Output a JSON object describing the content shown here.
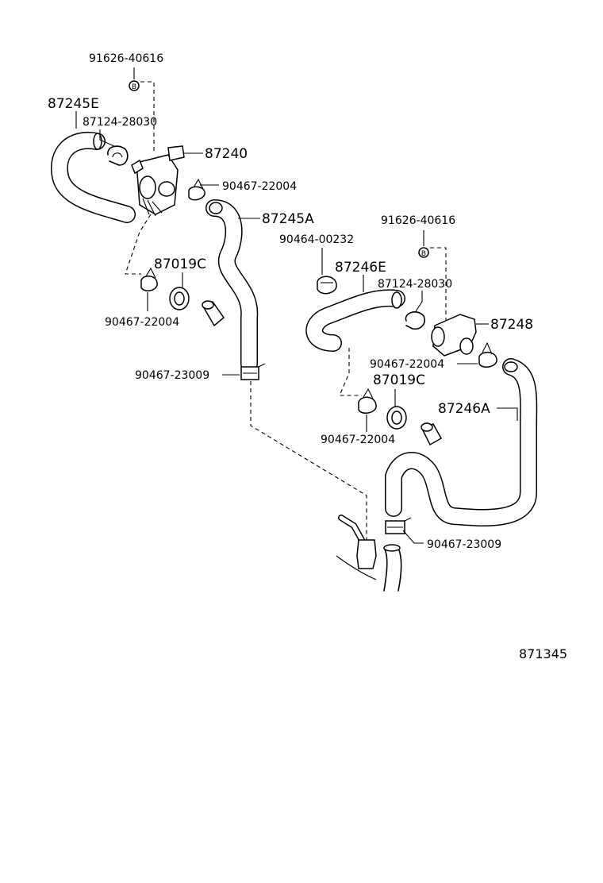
{
  "diagram_id": "871345",
  "labels": {
    "p91626_a": "91626-40616",
    "p87245E": "87245E",
    "p87124_a": "87124-28030",
    "p87240": "87240",
    "p90467_22004_a": "90467-22004",
    "p87245A": "87245A",
    "p87019C_a": "87019C",
    "p90467_22004_b": "90467-22004",
    "p90467_23009_a": "90467-23009",
    "p90464": "90464-00232",
    "p91626_b": "91626-40616",
    "p87246E": "87246E",
    "p87124_b": "87124-28030",
    "p87248": "87248",
    "p90467_22004_c": "90467-22004",
    "p87019C_b": "87019C",
    "p87246A": "87246A",
    "p90467_22004_d": "90467-22004",
    "p90467_23009_b": "90467-23009"
  },
  "bolt_marker": "B"
}
